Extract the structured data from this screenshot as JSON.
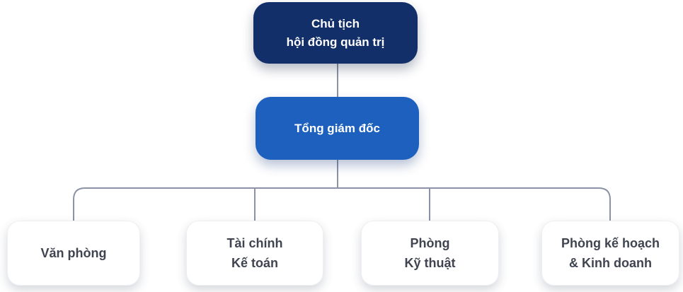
{
  "diagram": {
    "type": "org-chart",
    "nodes": {
      "chairman": {
        "label": "Chủ tịch\nhội đồng quản trị"
      },
      "ceo": {
        "label": "Tổng giám đốc"
      },
      "office": {
        "label": "Văn phòng"
      },
      "finance": {
        "label": "Tài chính\nKế toán"
      },
      "technical": {
        "label": "Phòng\nKỹ thuật"
      },
      "planning": {
        "label": "Phòng kế hoạch\n& Kinh doanh"
      }
    },
    "edges": [
      {
        "from": "chairman",
        "to": "ceo"
      },
      {
        "from": "ceo",
        "to": "office"
      },
      {
        "from": "ceo",
        "to": "finance"
      },
      {
        "from": "ceo",
        "to": "technical"
      },
      {
        "from": "ceo",
        "to": "planning"
      }
    ]
  },
  "colors": {
    "navy": "#132F69",
    "blue": "#1D60BE",
    "connector": "#8C93A6",
    "text_light": "#FFFFFF",
    "text_dark": "#3F4450",
    "background": "#FFFFFF"
  }
}
